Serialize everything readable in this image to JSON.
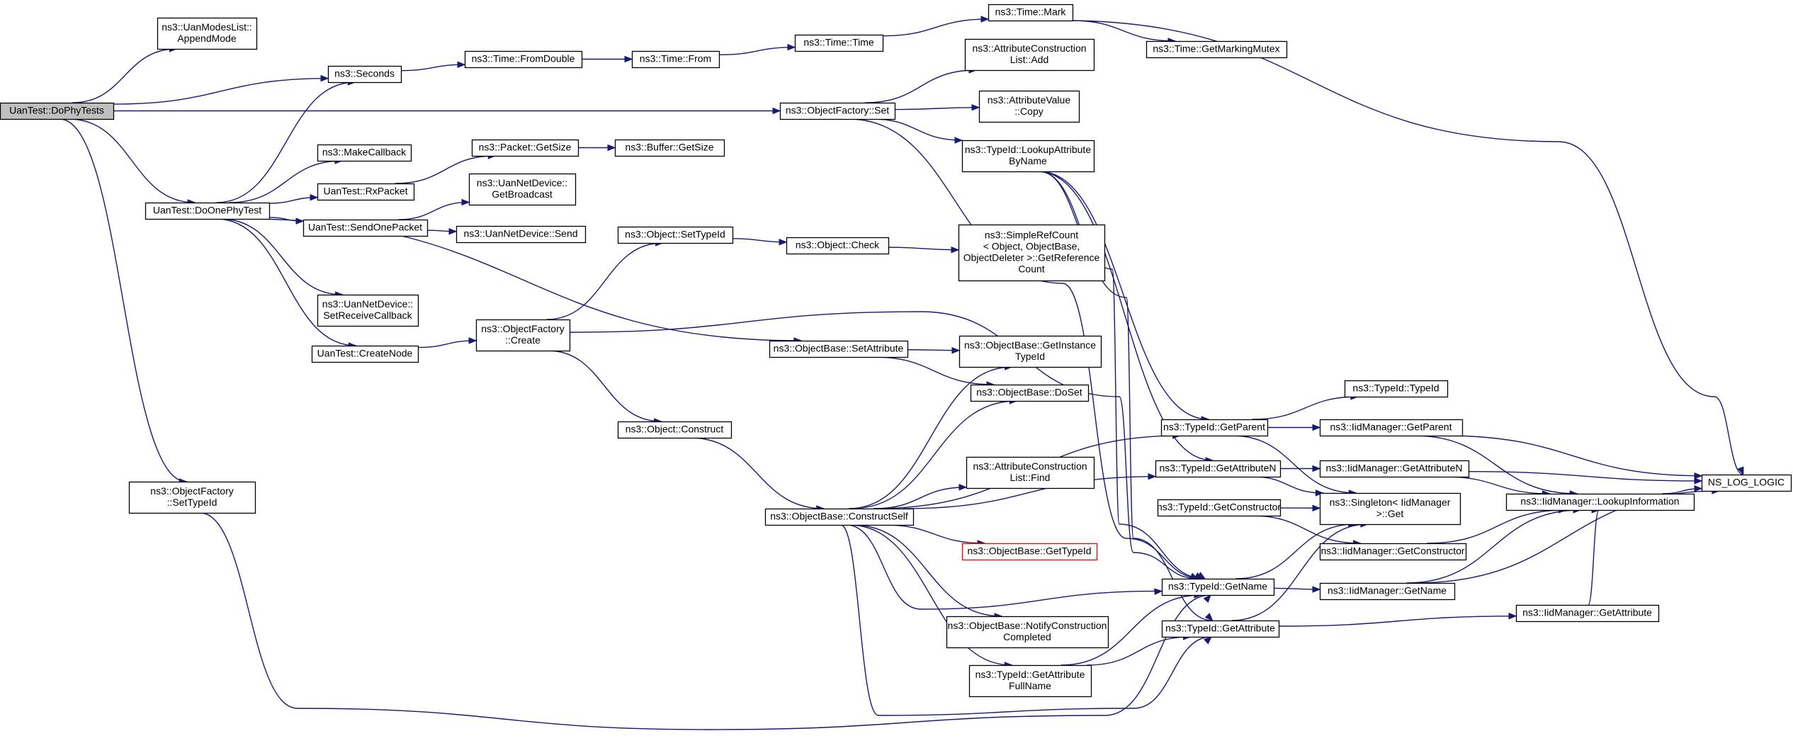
{
  "diagram": {
    "type": "call-graph",
    "root": "n0",
    "colors": {
      "edge": "#191970",
      "node_border": "#000000",
      "root_fill": "#bfbfbf",
      "highlight_border": "#ff0000"
    },
    "nodes": [
      {
        "id": "n0",
        "lines": [
          "UanTest::DoPhyTests"
        ]
      },
      {
        "id": "n1",
        "lines": [
          "ns3::UanModesList::",
          "AppendMode"
        ]
      },
      {
        "id": "n2",
        "lines": [
          "ns3::Seconds"
        ]
      },
      {
        "id": "n3",
        "lines": [
          "ns3::Time::FromDouble"
        ]
      },
      {
        "id": "n4",
        "lines": [
          "ns3::Time::From"
        ]
      },
      {
        "id": "n5",
        "lines": [
          "ns3::Time::Time"
        ]
      },
      {
        "id": "n6",
        "lines": [
          "ns3::Time::Mark"
        ]
      },
      {
        "id": "n7",
        "lines": [
          "ns3::Time::GetMarkingMutex"
        ]
      },
      {
        "id": "n8",
        "lines": [
          "ns3::ObjectFactory::Set"
        ]
      },
      {
        "id": "n9",
        "lines": [
          "ns3::AttributeConstruction",
          "List::Add"
        ]
      },
      {
        "id": "n10",
        "lines": [
          "ns3::AttributeValue",
          "::Copy"
        ]
      },
      {
        "id": "n11",
        "lines": [
          "ns3::TypeId::LookupAttribute",
          "ByName"
        ]
      },
      {
        "id": "n12",
        "lines": [
          "UanTest::DoOnePhyTest"
        ]
      },
      {
        "id": "n13",
        "lines": [
          "ns3::MakeCallback"
        ]
      },
      {
        "id": "n14",
        "lines": [
          "UanTest::RxPacket"
        ]
      },
      {
        "id": "n15",
        "lines": [
          "ns3::Packet::GetSize"
        ]
      },
      {
        "id": "n16",
        "lines": [
          "ns3::Buffer::GetSize"
        ]
      },
      {
        "id": "n17",
        "lines": [
          "ns3::UanNetDevice::",
          "GetBroadcast"
        ]
      },
      {
        "id": "n18",
        "lines": [
          "UanTest::SendOnePacket"
        ]
      },
      {
        "id": "n19",
        "lines": [
          "ns3::UanNetDevice::Send"
        ]
      },
      {
        "id": "n20",
        "lines": [
          "ns3::Object::SetTypeId"
        ]
      },
      {
        "id": "n21",
        "lines": [
          "ns3::Object::Check"
        ]
      },
      {
        "id": "n22",
        "lines": [
          "ns3::SimpleRefCount",
          "< Object, ObjectBase,",
          "ObjectDeleter >::GetReference",
          "Count"
        ]
      },
      {
        "id": "n23",
        "lines": [
          "ns3::UanNetDevice::",
          "SetReceiveCallback"
        ]
      },
      {
        "id": "n24",
        "lines": [
          "ns3::ObjectFactory",
          "::Create"
        ]
      },
      {
        "id": "n25",
        "lines": [
          "UanTest::CreateNode"
        ]
      },
      {
        "id": "n26",
        "lines": [
          "ns3::ObjectBase::SetAttribute"
        ]
      },
      {
        "id": "n27",
        "lines": [
          "ns3::ObjectBase::GetInstance",
          "TypeId"
        ]
      },
      {
        "id": "n28",
        "lines": [
          "ns3::ObjectBase::DoSet"
        ]
      },
      {
        "id": "n29",
        "lines": [
          "ns3::TypeId::TypeId"
        ]
      },
      {
        "id": "n30",
        "lines": [
          "ns3::TypeId::GetParent"
        ]
      },
      {
        "id": "n31",
        "lines": [
          "ns3::IidManager::GetParent"
        ]
      },
      {
        "id": "n32",
        "lines": [
          "ns3::Object::Construct"
        ]
      },
      {
        "id": "n33",
        "lines": [
          "ns3::TypeId::GetAttributeN"
        ]
      },
      {
        "id": "n34",
        "lines": [
          "ns3::IidManager::GetAttributeN"
        ]
      },
      {
        "id": "n35",
        "lines": [
          "NS_LOG_LOGIC"
        ]
      },
      {
        "id": "n36",
        "lines": [
          "ns3::AttributeConstruction",
          "List::Find"
        ]
      },
      {
        "id": "n37",
        "lines": [
          "ns3::ObjectFactory",
          "::SetTypeId"
        ]
      },
      {
        "id": "n38",
        "lines": [
          "ns3::TypeId::GetConstructor"
        ]
      },
      {
        "id": "n39",
        "lines": [
          "ns3::Singleton< IidManager",
          ">::Get"
        ]
      },
      {
        "id": "n40",
        "lines": [
          "ns3::IidManager::LookupInformation"
        ]
      },
      {
        "id": "n41",
        "lines": [
          "ns3::ObjectBase::ConstructSelf"
        ]
      },
      {
        "id": "n42",
        "lines": [
          "ns3::ObjectBase::GetTypeId"
        ],
        "highlight": true
      },
      {
        "id": "n43",
        "lines": [
          "ns3::IidManager::GetConstructor"
        ]
      },
      {
        "id": "n44",
        "lines": [
          "ns3::TypeId::GetName"
        ]
      },
      {
        "id": "n45",
        "lines": [
          "ns3::IidManager::GetName"
        ]
      },
      {
        "id": "n46",
        "lines": [
          "ns3::ObjectBase::NotifyConstruction",
          "Completed"
        ]
      },
      {
        "id": "n47",
        "lines": [
          "ns3::TypeId::GetAttribute"
        ]
      },
      {
        "id": "n48",
        "lines": [
          "ns3::IidManager::GetAttribute"
        ]
      },
      {
        "id": "n49",
        "lines": [
          "ns3::TypeId::GetAttribute",
          "FullName"
        ]
      }
    ],
    "edges": [
      [
        "n0",
        "n1"
      ],
      [
        "n0",
        "n2"
      ],
      [
        "n0",
        "n8"
      ],
      [
        "n0",
        "n12"
      ],
      [
        "n0",
        "n37"
      ],
      [
        "n2",
        "n3"
      ],
      [
        "n3",
        "n4"
      ],
      [
        "n4",
        "n5"
      ],
      [
        "n5",
        "n6"
      ],
      [
        "n6",
        "n7"
      ],
      [
        "n6",
        "n35"
      ],
      [
        "n8",
        "n9"
      ],
      [
        "n8",
        "n10"
      ],
      [
        "n8",
        "n11"
      ],
      [
        "n8",
        "n44"
      ],
      [
        "n11",
        "n30"
      ],
      [
        "n11",
        "n33"
      ],
      [
        "n11",
        "n47"
      ],
      [
        "n11",
        "n44"
      ],
      [
        "n12",
        "n2"
      ],
      [
        "n12",
        "n13"
      ],
      [
        "n12",
        "n14"
      ],
      [
        "n12",
        "n18"
      ],
      [
        "n12",
        "n23"
      ],
      [
        "n12",
        "n25"
      ],
      [
        "n12",
        "n26"
      ],
      [
        "n14",
        "n15"
      ],
      [
        "n15",
        "n16"
      ],
      [
        "n18",
        "n17"
      ],
      [
        "n18",
        "n19"
      ],
      [
        "n25",
        "n24"
      ],
      [
        "n24",
        "n20"
      ],
      [
        "n24",
        "n32"
      ],
      [
        "n24",
        "n44"
      ],
      [
        "n20",
        "n21"
      ],
      [
        "n21",
        "n22"
      ],
      [
        "n26",
        "n27"
      ],
      [
        "n26",
        "n28"
      ],
      [
        "n32",
        "n41"
      ],
      [
        "n41",
        "n27"
      ],
      [
        "n41",
        "n28"
      ],
      [
        "n41",
        "n30"
      ],
      [
        "n41",
        "n36"
      ],
      [
        "n41",
        "n33"
      ],
      [
        "n41",
        "n42"
      ],
      [
        "n41",
        "n44"
      ],
      [
        "n41",
        "n46"
      ],
      [
        "n41",
        "n49"
      ],
      [
        "n41",
        "n47"
      ],
      [
        "n49",
        "n44"
      ],
      [
        "n49",
        "n47"
      ],
      [
        "n37",
        "n44"
      ],
      [
        "n30",
        "n29"
      ],
      [
        "n30",
        "n31"
      ],
      [
        "n30",
        "n39"
      ],
      [
        "n31",
        "n40"
      ],
      [
        "n31",
        "n35"
      ],
      [
        "n33",
        "n34"
      ],
      [
        "n33",
        "n39"
      ],
      [
        "n34",
        "n40"
      ],
      [
        "n34",
        "n35"
      ],
      [
        "n38",
        "n39"
      ],
      [
        "n38",
        "n43"
      ],
      [
        "n43",
        "n40"
      ],
      [
        "n44",
        "n39"
      ],
      [
        "n44",
        "n45"
      ],
      [
        "n45",
        "n40"
      ],
      [
        "n45",
        "n35"
      ],
      [
        "n47",
        "n39"
      ],
      [
        "n47",
        "n48"
      ],
      [
        "n48",
        "n40"
      ],
      [
        "n40",
        "n35"
      ]
    ]
  }
}
